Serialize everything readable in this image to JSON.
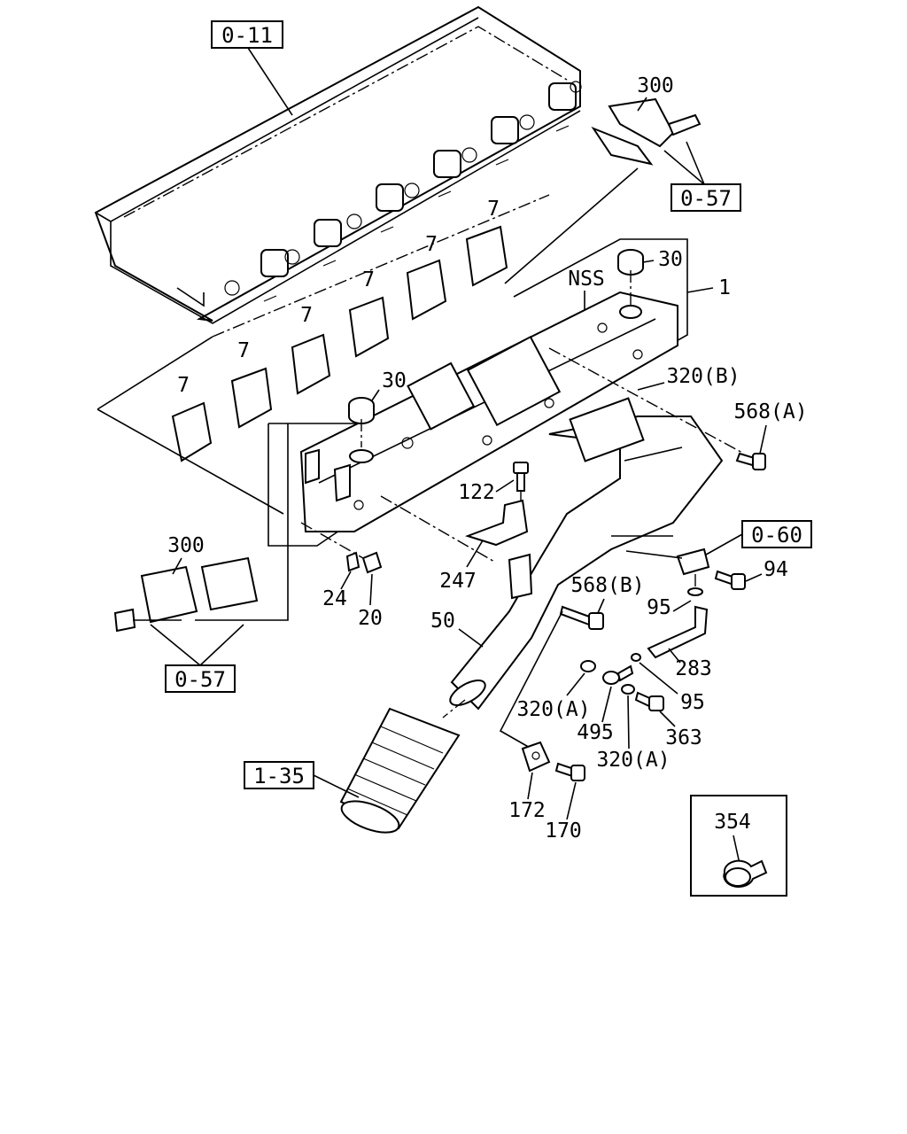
{
  "references": {
    "ref_0_11": "0-11",
    "ref_0_57_top": "0-57",
    "ref_0_57_bottom": "0-57",
    "ref_0_60": "0-60",
    "ref_1_35": "1-35"
  },
  "labels": {
    "p300_top": "300",
    "p30_top": "30",
    "nss": "NSS",
    "p1": "1",
    "p7_a": "7",
    "p7_b": "7",
    "p7_c": "7",
    "p7_d": "7",
    "p7_e": "7",
    "p7_f": "7",
    "p30_mid": "30",
    "p320b": "320(B)",
    "p568a": "568(A)",
    "p122": "122",
    "p300_bottom": "300",
    "p24": "24",
    "p20": "20",
    "p247": "247",
    "p568b": "568(B)",
    "p94": "94",
    "p95_a": "95",
    "p50": "50",
    "p283": "283",
    "p95_b": "95",
    "p320a_a": "320(A)",
    "p495": "495",
    "p363": "363",
    "p320a_b": "320(A)",
    "p172": "172",
    "p170": "170",
    "p354": "354"
  }
}
